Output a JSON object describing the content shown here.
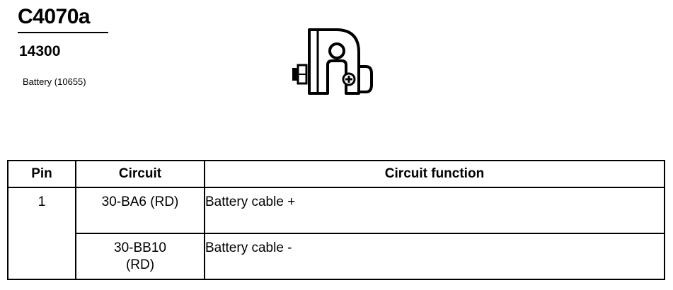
{
  "header": {
    "connector_id": "C4070a",
    "part_number": "14300",
    "component": "Battery (10655)"
  },
  "figure": {
    "icon": "battery-terminal-connector-icon"
  },
  "table": {
    "columns": [
      "Pin",
      "Circuit",
      "Circuit function"
    ],
    "rows": [
      {
        "pin": "1",
        "circuit": "30-BA6 (RD)",
        "function": "Battery cable +"
      },
      {
        "pin": "",
        "circuit": "30-BB10\n(RD)",
        "function": "Battery cable -"
      }
    ]
  }
}
